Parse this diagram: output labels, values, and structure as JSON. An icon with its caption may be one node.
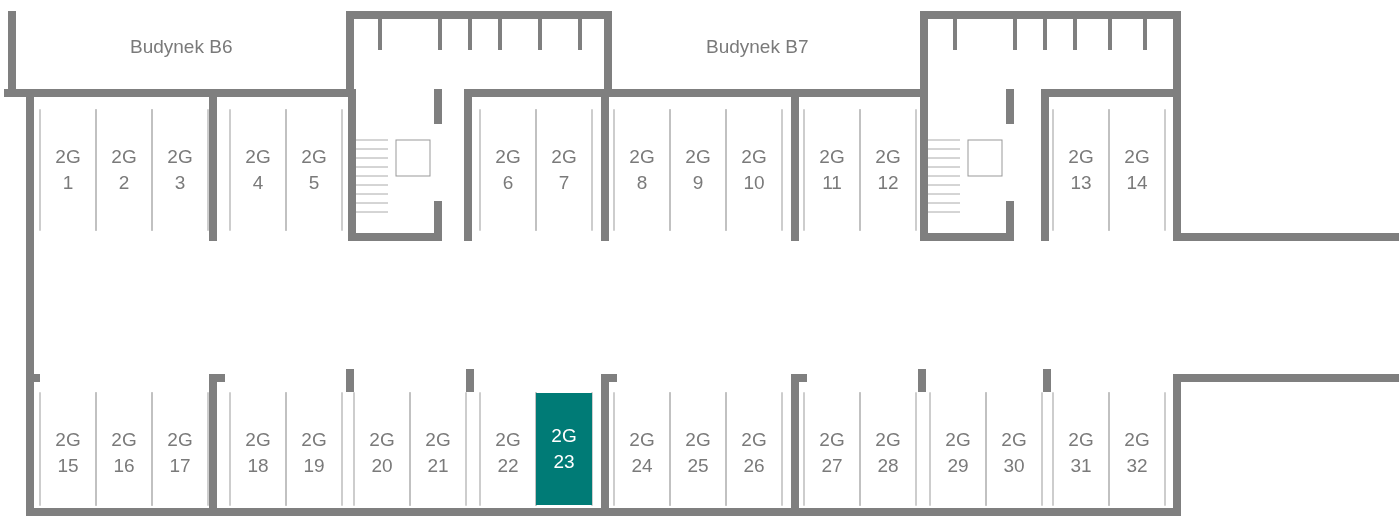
{
  "diagram": {
    "nodes": [
      {
        "text": [
          "2G 1"
        ]
      },
      {
        "text": [
          "2G 2"
        ]
      },
      {
        "text": [
          "2G 3"
        ]
      },
      {
        "text": [
          "2G 4"
        ]
      },
      {
        "text": [
          "2G 5"
        ]
      },
      {
        "text": [
          "2G 6"
        ]
      },
      {
        "text": [
          "2G 7"
        ]
      },
      {
        "text": [
          "2G 8"
        ]
      },
      {
        "text": [
          "2G 9"
        ]
      },
      {
        "text": [
          "2G 10"
        ]
      },
      {
        "text": [
          "2G 11"
        ]
      },
      {
        "text": [
          "2G 12"
        ]
      },
      {
        "text": [
          "2G 13"
        ]
      },
      {
        "text": [
          "2G 14"
        ]
      },
      {
        "text": [
          "2G 15"
        ]
      },
      {
        "text": [
          "2G 16"
        ]
      },
      {
        "text": [
          "2G 17"
        ]
      },
      {
        "text": [
          "2G 18"
        ]
      },
      {
        "text": [
          "2G 19"
        ]
      },
      {
        "text": [
          "2G 20"
        ]
      },
      {
        "text": [
          "2G 21"
        ]
      },
      {
        "text": [
          "2G 22"
        ]
      },
      {
        "text": [
          "2G 23"
        ]
      },
      {
        "text": [
          "2G 24"
        ]
      },
      {
        "text": [
          "2G 25"
        ]
      },
      {
        "text": [
          "2G 26"
        ]
      },
      {
        "text": [
          "2G 27"
        ]
      },
      {
        "text": [
          "2G 28"
        ]
      },
      {
        "text": [
          "2G 29"
        ]
      },
      {
        "text": [
          "2G 30"
        ]
      },
      {
        "text": [
          "2G 31"
        ]
      },
      {
        "text": [
          "2G 32"
        ]
      }
    ],
    "labels": [
      "Budynek B6",
      "Budynek B7"
    ]
  }
}
